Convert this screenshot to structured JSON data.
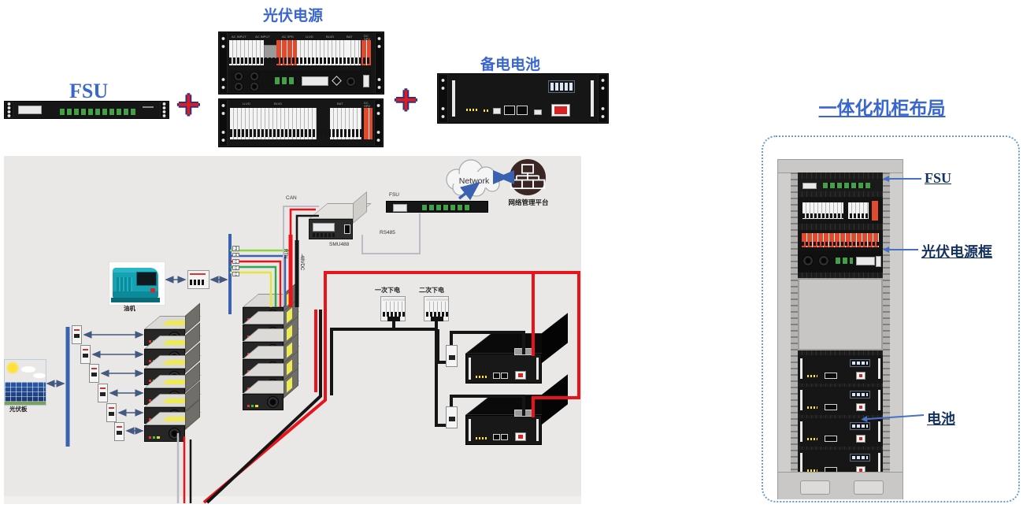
{
  "top": {
    "fsu_label": "FSU",
    "plus": "+",
    "pv_label": "光伏电源",
    "battery_label": "备电电池",
    "pv_unit1_headers": [
      "AC INPUT",
      "AC INPUT",
      "AC SPD",
      "LLVD",
      "BLVD",
      "BAT",
      "DC SPD"
    ],
    "pv_unit2_headers": [
      "LLVD",
      "BLVD",
      "BAT",
      "DC SPD"
    ]
  },
  "diagram": {
    "network_label": "Network",
    "nms_label": "网络管理平台",
    "fsu_label": "FSU",
    "smu_label": "SMU488",
    "can_label": "CAN",
    "rs485_label": "RS485",
    "rtn_label": "RTN",
    "dc_label": "-48VDC",
    "generator_label": "油机",
    "solar_label": "光伏板",
    "primary_cut_label": "一次下电",
    "secondary_cut_label": "二次下电",
    "wire_tags": [
      "PE",
      "N",
      "L1",
      "L2",
      "L3"
    ]
  },
  "cabinet": {
    "title": "一体化机柜布局",
    "fsu_label": "FSU",
    "pv_frame_label": "光伏电源框",
    "battery_label": "电池"
  },
  "colors": {
    "accent_blue": "#3a66d0",
    "label_navy": "#15325f",
    "arrow_blue": "#4472c4",
    "wire_red": "#e8131b",
    "wire_black": "#151515",
    "wire_blue": "#3a62b0",
    "wire_green": "#2fa848",
    "wire_lightgreen": "#8fd344",
    "wire_yellow": "#e8e23a",
    "wire_gray": "#b9bcc4",
    "plus_red": "#e31b1b"
  }
}
